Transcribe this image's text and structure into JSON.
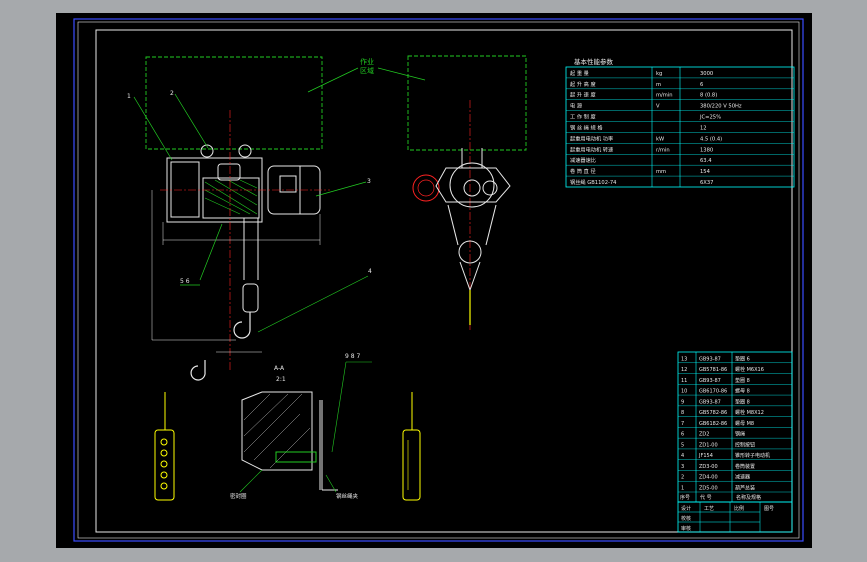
{
  "colors": {
    "outer_bg": "#a6a9ac",
    "sheet": "#000000",
    "frame_blue": "#3b4cff",
    "frame_white": "#ffffff",
    "line_white": "#e8e8e8",
    "cyan": "#00ffff",
    "green": "#22cc22",
    "yellow": "#ffff00",
    "red": "#ff2222",
    "magenta": "#ff00ff"
  },
  "labels": {
    "callout_1": "1",
    "callout_2": "2",
    "callout_3": "3",
    "callout_4": "4",
    "callout_5": "5 6",
    "callout_789": "9 8 7",
    "work_area": "作业",
    "work_area_2": "区域",
    "section": "A-A",
    "section_scale": "2:1",
    "detail_left": "密封圈",
    "detail_right": "钢丝绳夹"
  },
  "spec_table": {
    "title": "基本性能参数",
    "rows": [
      [
        "起 重 量",
        "kg",
        "3000"
      ],
      [
        "起 升 高 度",
        "m",
        "6"
      ],
      [
        "起 升 速 度",
        "m/min",
        "8 (0.8)"
      ],
      [
        "电 源",
        "V",
        "380/220 V      50Hz"
      ],
      [
        "工 作 制 度",
        "",
        "JC=25%"
      ],
      [
        "钢 丝 绳 规 格",
        "",
        "12"
      ],
      [
        "起重用电动机 功率",
        "kW",
        "4.5 (0.4)"
      ],
      [
        "起重用电动机 转速",
        "r/min",
        "1380"
      ],
      [
        "减速器速比",
        "",
        "63.4"
      ],
      [
        "卷 筒 直 径",
        "mm",
        "154"
      ],
      [
        "钢丝绳 GB1102-74",
        "",
        "6X37"
      ]
    ]
  },
  "parts_table": {
    "rows": [
      [
        "13",
        "GB93-87",
        "垫圈 6"
      ],
      [
        "12",
        "GB5781-86",
        "螺栓 M6X16"
      ],
      [
        "11",
        "GB93-87",
        "垫圈 8"
      ],
      [
        "10",
        "GB6170-86",
        "螺母 8"
      ],
      [
        "9",
        "GB93-87",
        "垫圈 8"
      ],
      [
        "8",
        "GB5782-86",
        "螺栓 M8X12"
      ],
      [
        "7",
        "GB6182-86",
        "螺母 M8"
      ],
      [
        "6",
        "ZD2",
        "钢绳"
      ],
      [
        "5",
        "ZD1-00",
        "控制按钮"
      ],
      [
        "4",
        "JF154",
        "锥形转子电动机"
      ],
      [
        "3",
        "ZD3-00",
        "卷筒装置"
      ],
      [
        "2",
        "ZD4-00",
        "减速器"
      ],
      [
        "1",
        "ZD5-00",
        "葫芦总装"
      ]
    ],
    "header": [
      "序号",
      "代 号",
      "名称及规格"
    ]
  },
  "title_block": {
    "c1": "设计",
    "c2": "校核",
    "c3": "审核",
    "c4": "工艺",
    "c5": "比例",
    "c6": "图号"
  }
}
